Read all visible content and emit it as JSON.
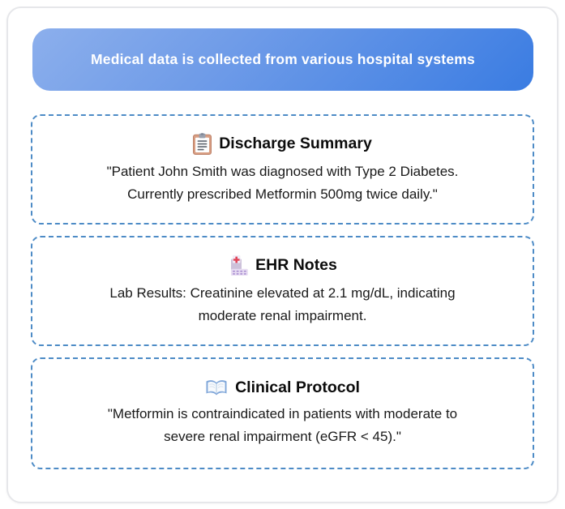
{
  "header": {
    "title": "Medical data is collected from various hospital systems"
  },
  "cards": [
    {
      "id": "discharge-summary",
      "icon": "clipboard-icon",
      "title": "Discharge Summary",
      "body": "\"Patient John Smith was diagnosed with Type 2 Diabetes.\nCurrently prescribed Metformin 500mg twice daily.\""
    },
    {
      "id": "ehr-notes",
      "icon": "hospital-icon",
      "title": "EHR Notes",
      "body": "Lab Results: Creatinine elevated at 2.1 mg/dL, indicating\nmoderate renal impairment."
    },
    {
      "id": "clinical-protocol",
      "icon": "open-book-icon",
      "title": "Clinical Protocol",
      "body": "\"Metformin is contraindicated in patients with moderate to\nsevere renal impairment (eGFR < 45).\""
    }
  ],
  "colors": {
    "header_gradient_start": "#8CAFEC",
    "header_gradient_end": "#3A7CE2",
    "header_text": "#FFFFFF",
    "card_dashed_border": "#4D8BC6",
    "outer_frame_border": "#E6E7EA",
    "title_text": "#0C0C0C",
    "body_text": "#191919",
    "background": "#FFFFFF"
  }
}
